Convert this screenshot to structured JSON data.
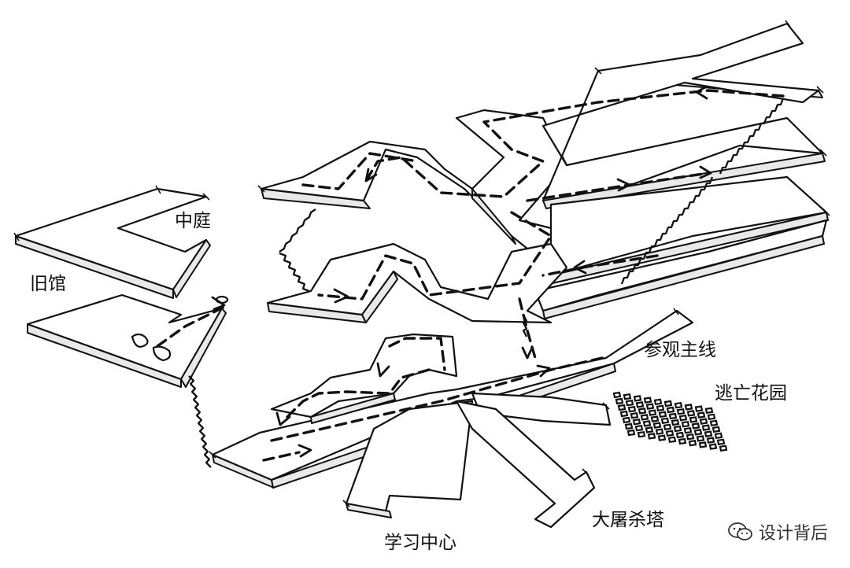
{
  "labels": {
    "courtyard": "中庭",
    "old_building": "旧馆",
    "main_route": "参观主线",
    "escape_garden": "逃亡花园",
    "learning_center": "学习中心",
    "massacre_tower": "大屠杀塔"
  },
  "watermark": {
    "icon": "wechat-icon",
    "text": "设计背后"
  },
  "colors": {
    "ink": "#111111",
    "paper": "#ffffff"
  }
}
